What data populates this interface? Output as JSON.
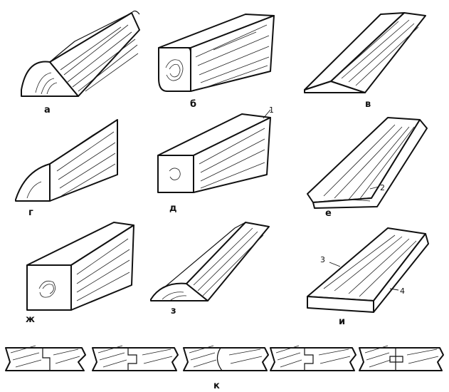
{
  "items": [
    {
      "id": "a",
      "label": "а",
      "shape": "half-round"
    },
    {
      "id": "b",
      "label": "б",
      "shape": "rounded-beam"
    },
    {
      "id": "v",
      "label": "в",
      "shape": "thin-strip"
    },
    {
      "id": "g",
      "label": "г",
      "shape": "quarter-round"
    },
    {
      "id": "d",
      "label": "д",
      "shape": "square-beam",
      "callouts": [
        "1"
      ]
    },
    {
      "id": "e",
      "label": "е",
      "shape": "wane-board",
      "callouts": [
        "2"
      ]
    },
    {
      "id": "zh",
      "label": "ж",
      "shape": "large-beam"
    },
    {
      "id": "z",
      "label": "з",
      "shape": "half-round-slab"
    },
    {
      "id": "i",
      "label": "и",
      "shape": "plank",
      "callouts": [
        "3",
        "4"
      ]
    }
  ],
  "joints": {
    "label": "к",
    "types": [
      "rebate",
      "tongue-groove",
      "round-tongue",
      "tongue-groove-2",
      "loose-tongue"
    ]
  }
}
